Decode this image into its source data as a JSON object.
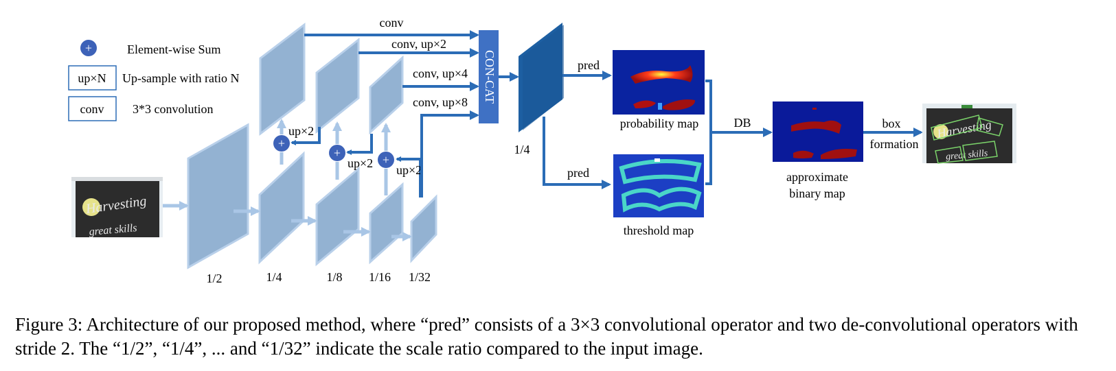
{
  "legend": {
    "sum_symbol": "+",
    "sum_desc": "Element-wise Sum",
    "up_box": "up×N",
    "up_desc": "Up-sample with ratio N",
    "conv_box": "conv",
    "conv_desc": "3*3 convolution"
  },
  "input_image": {
    "text_line1": "Harvesting",
    "text_line2": "great skills"
  },
  "backbone_scales": [
    "1/2",
    "1/4",
    "1/8",
    "1/16",
    "1/32"
  ],
  "fpn": {
    "up_label": "up×2",
    "sum_symbol": "+"
  },
  "concat": {
    "block_label": "CON-CAT",
    "branch_labels": [
      "conv",
      "conv, up×2",
      "conv, up×4",
      "conv, up×8"
    ]
  },
  "fused_scale": "1/4",
  "pred_label": "pred",
  "maps": {
    "probability": "probability map",
    "threshold": "threshold map",
    "binary_line1": "approximate",
    "binary_line2": "binary map"
  },
  "db_label": "DB",
  "box_formation_line1": "box",
  "box_formation_line2": "formation",
  "caption": "Figure 3: Architecture of our proposed method, where “pred” consists of a 3×3 convolutional operator and two de-convolutional operators with stride 2. The “1/2”, “1/4”, ... and “1/32” indicate the scale ratio compared to the input image."
}
